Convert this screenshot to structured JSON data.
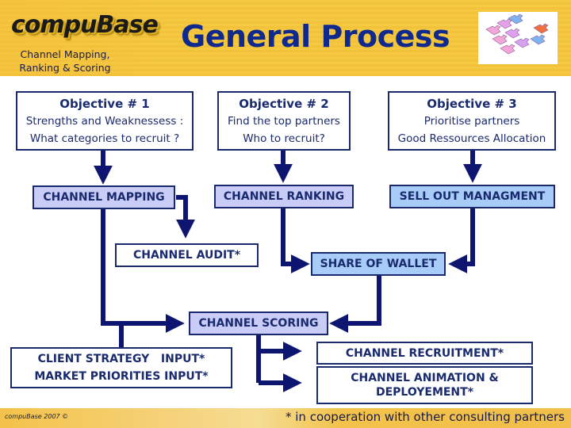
{
  "header": {
    "logo": "compuBase",
    "subtitle_line1": "Channel Mapping,",
    "subtitle_line2": "Ranking & Scoring",
    "title": "General Process",
    "image": "puzzle-pieces-icon"
  },
  "objectives": [
    {
      "title": "Objective # 1",
      "line1": "Strengths and Weaknessess :",
      "line2": "What categories to recruit ?"
    },
    {
      "title": "Objective # 2",
      "line1": "Find the top partners",
      "line2": "Who to recruit?"
    },
    {
      "title": "Objective # 3",
      "line1": "Prioritise partners",
      "line2": "Good Ressources Allocation"
    }
  ],
  "nodes": {
    "channel_mapping": "CHANNEL MAPPING",
    "channel_ranking": "CHANNEL RANKING",
    "sell_out": "SELL OUT MANAGMENT",
    "channel_audit": "CHANNEL AUDIT*",
    "share_of_wallet": "SHARE OF WALLET",
    "channel_scoring": "CHANNEL SCORING",
    "client_strategy": "CLIENT STRATEGY   INPUT*",
    "market_priorities": "MARKET PRIORITIES INPUT*",
    "channel_recruitment": "CHANNEL RECRUITMENT*",
    "channel_animation_1": "CHANNEL ANIMATION &",
    "channel_animation_2": "DEPLOYEMENT*"
  },
  "colors": {
    "line": "#0d1570",
    "box_border": "#1a2a6e",
    "lavender_fill": "#c8ccf7",
    "blue_fill": "#a8ccf8",
    "header_bg": "#f5c842",
    "title": "#0f2a8c"
  },
  "footer": {
    "copyright": "compuBase 2007 ©",
    "footnote": "* in cooperation with other consulting partners"
  }
}
